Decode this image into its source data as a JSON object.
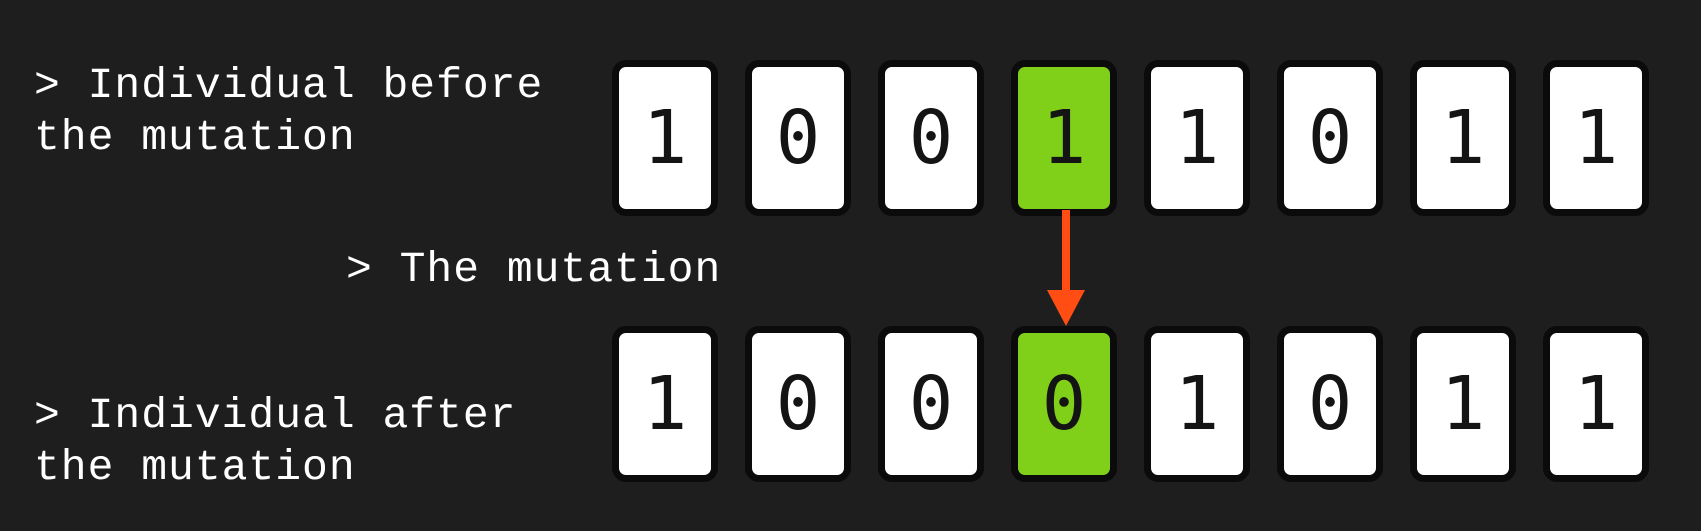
{
  "labels": {
    "before": "> Individual before\nthe mutation",
    "mutation": "> The mutation",
    "after": "> Individual after\nthe mutation"
  },
  "before_bits": [
    "1",
    "0",
    "0",
    "1",
    "1",
    "0",
    "1",
    "1"
  ],
  "after_bits": [
    "1",
    "0",
    "0",
    "0",
    "1",
    "0",
    "1",
    "1"
  ],
  "mutated_index": 3,
  "colors": {
    "background": "#1e1e1e",
    "cell": "#ffffff",
    "highlight": "#80d01a",
    "arrow": "#ff4d14"
  }
}
